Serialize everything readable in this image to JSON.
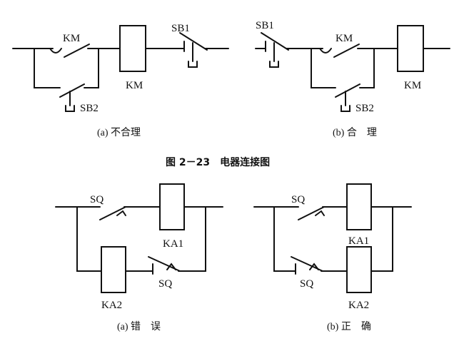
{
  "figure_title": "图 2－23　电器连接图",
  "top_left": {
    "caption": "(a)  不合理",
    "labels": {
      "km_contact": "KM",
      "km_coil": "KM",
      "sb1": "SB1",
      "sb2": "SB2"
    }
  },
  "top_right": {
    "caption": "(b)  合　理",
    "labels": {
      "sb1": "SB1",
      "km_contact": "KM",
      "km_coil": "KM",
      "sb2": "SB2"
    }
  },
  "bottom_left": {
    "caption": "(a)  错　误",
    "labels": {
      "sq_top": "SQ",
      "ka1": "KA1",
      "ka2": "KA2",
      "sq_bottom": "SQ"
    }
  },
  "bottom_right": {
    "caption": "(b)  正　确",
    "labels": {
      "sq_top": "SQ",
      "ka1": "KA1",
      "ka2": "KA2",
      "sq_bottom": "SQ"
    }
  }
}
